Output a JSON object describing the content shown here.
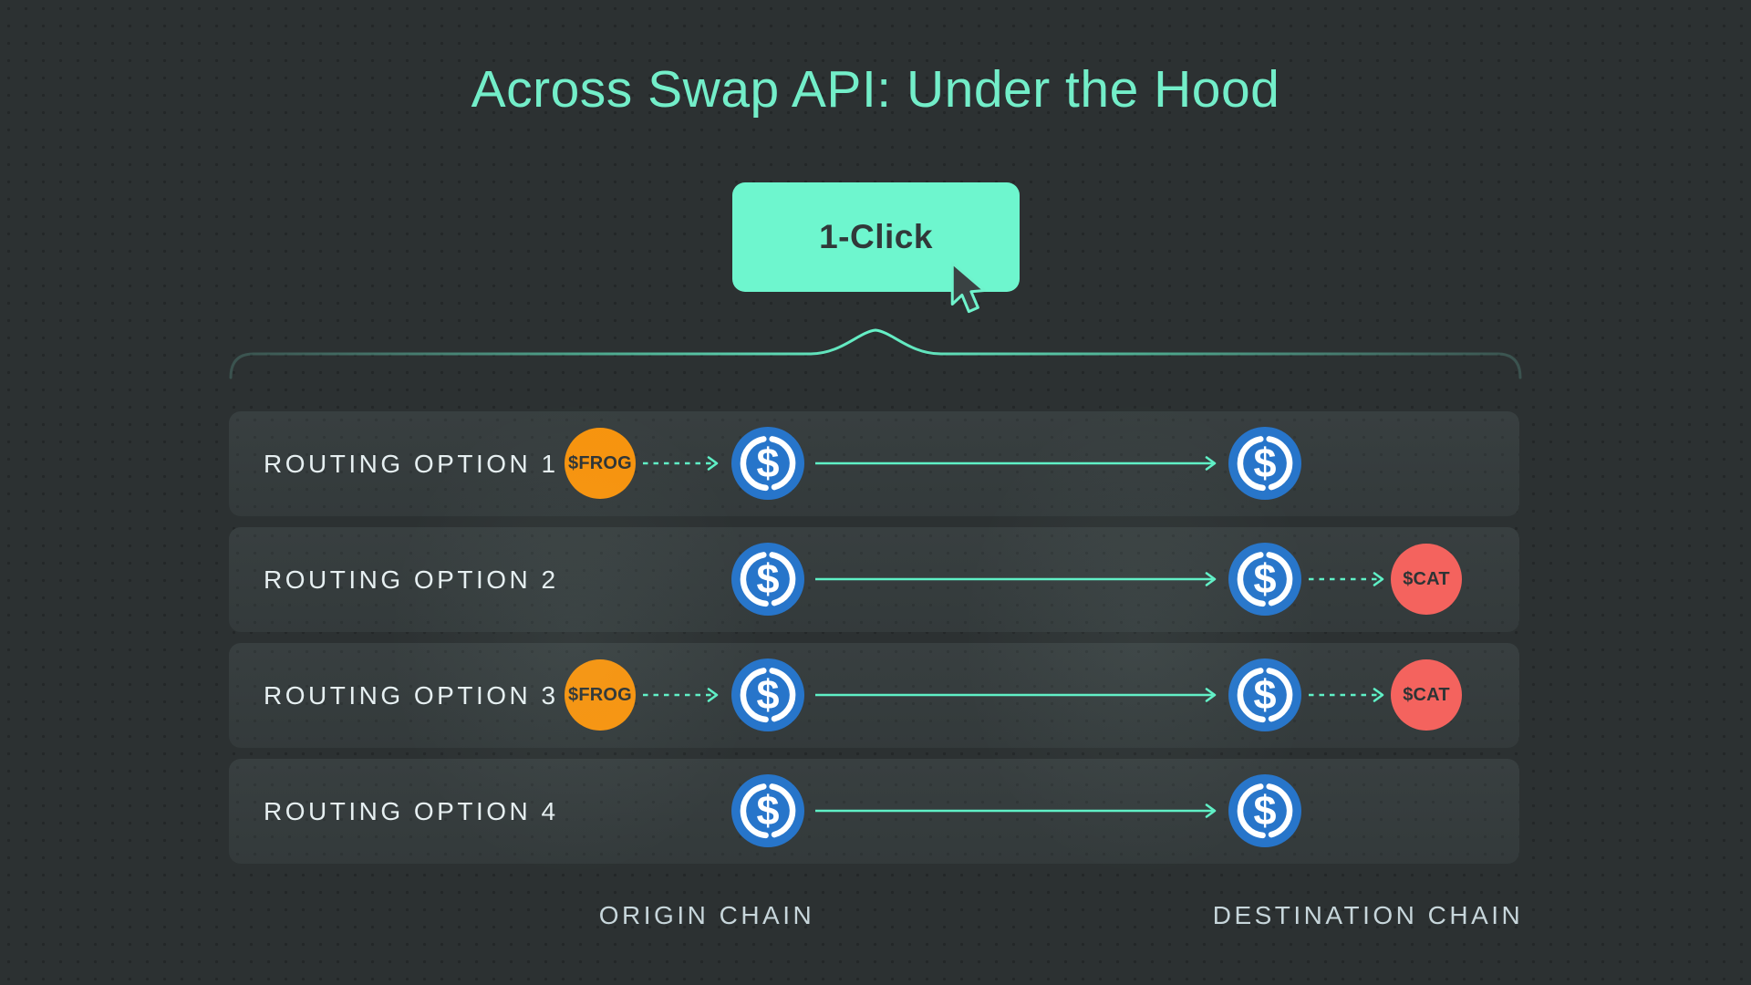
{
  "title": "Across Swap API: Under the Hood",
  "button": {
    "label": "1-Click"
  },
  "diagram": {
    "rows": [
      {
        "label": "ROUTING OPTION 1",
        "origin_token": "$FROG",
        "dest_token": ""
      },
      {
        "label": "ROUTING OPTION 2",
        "origin_token": "",
        "dest_token": "$CAT"
      },
      {
        "label": "ROUTING OPTION 3",
        "origin_token": "$FROG",
        "dest_token": "$CAT"
      },
      {
        "label": "ROUTING OPTION 4",
        "origin_token": "",
        "dest_token": ""
      }
    ],
    "usdc_symbol": "$"
  },
  "footer": {
    "origin": "ORIGIN CHAIN",
    "destination": "DESTINATION CHAIN"
  },
  "colors": {
    "background": "#2c3132",
    "row_panel": "#353c3d",
    "accent_mint": "#66f2c9",
    "usdc_blue": "#2775ca",
    "frog_orange": "#f7930d",
    "cat_coral": "#f4635e",
    "title_text": "#73eec9",
    "label_text": "#e6eff1",
    "footer_text": "#c7d6db"
  }
}
